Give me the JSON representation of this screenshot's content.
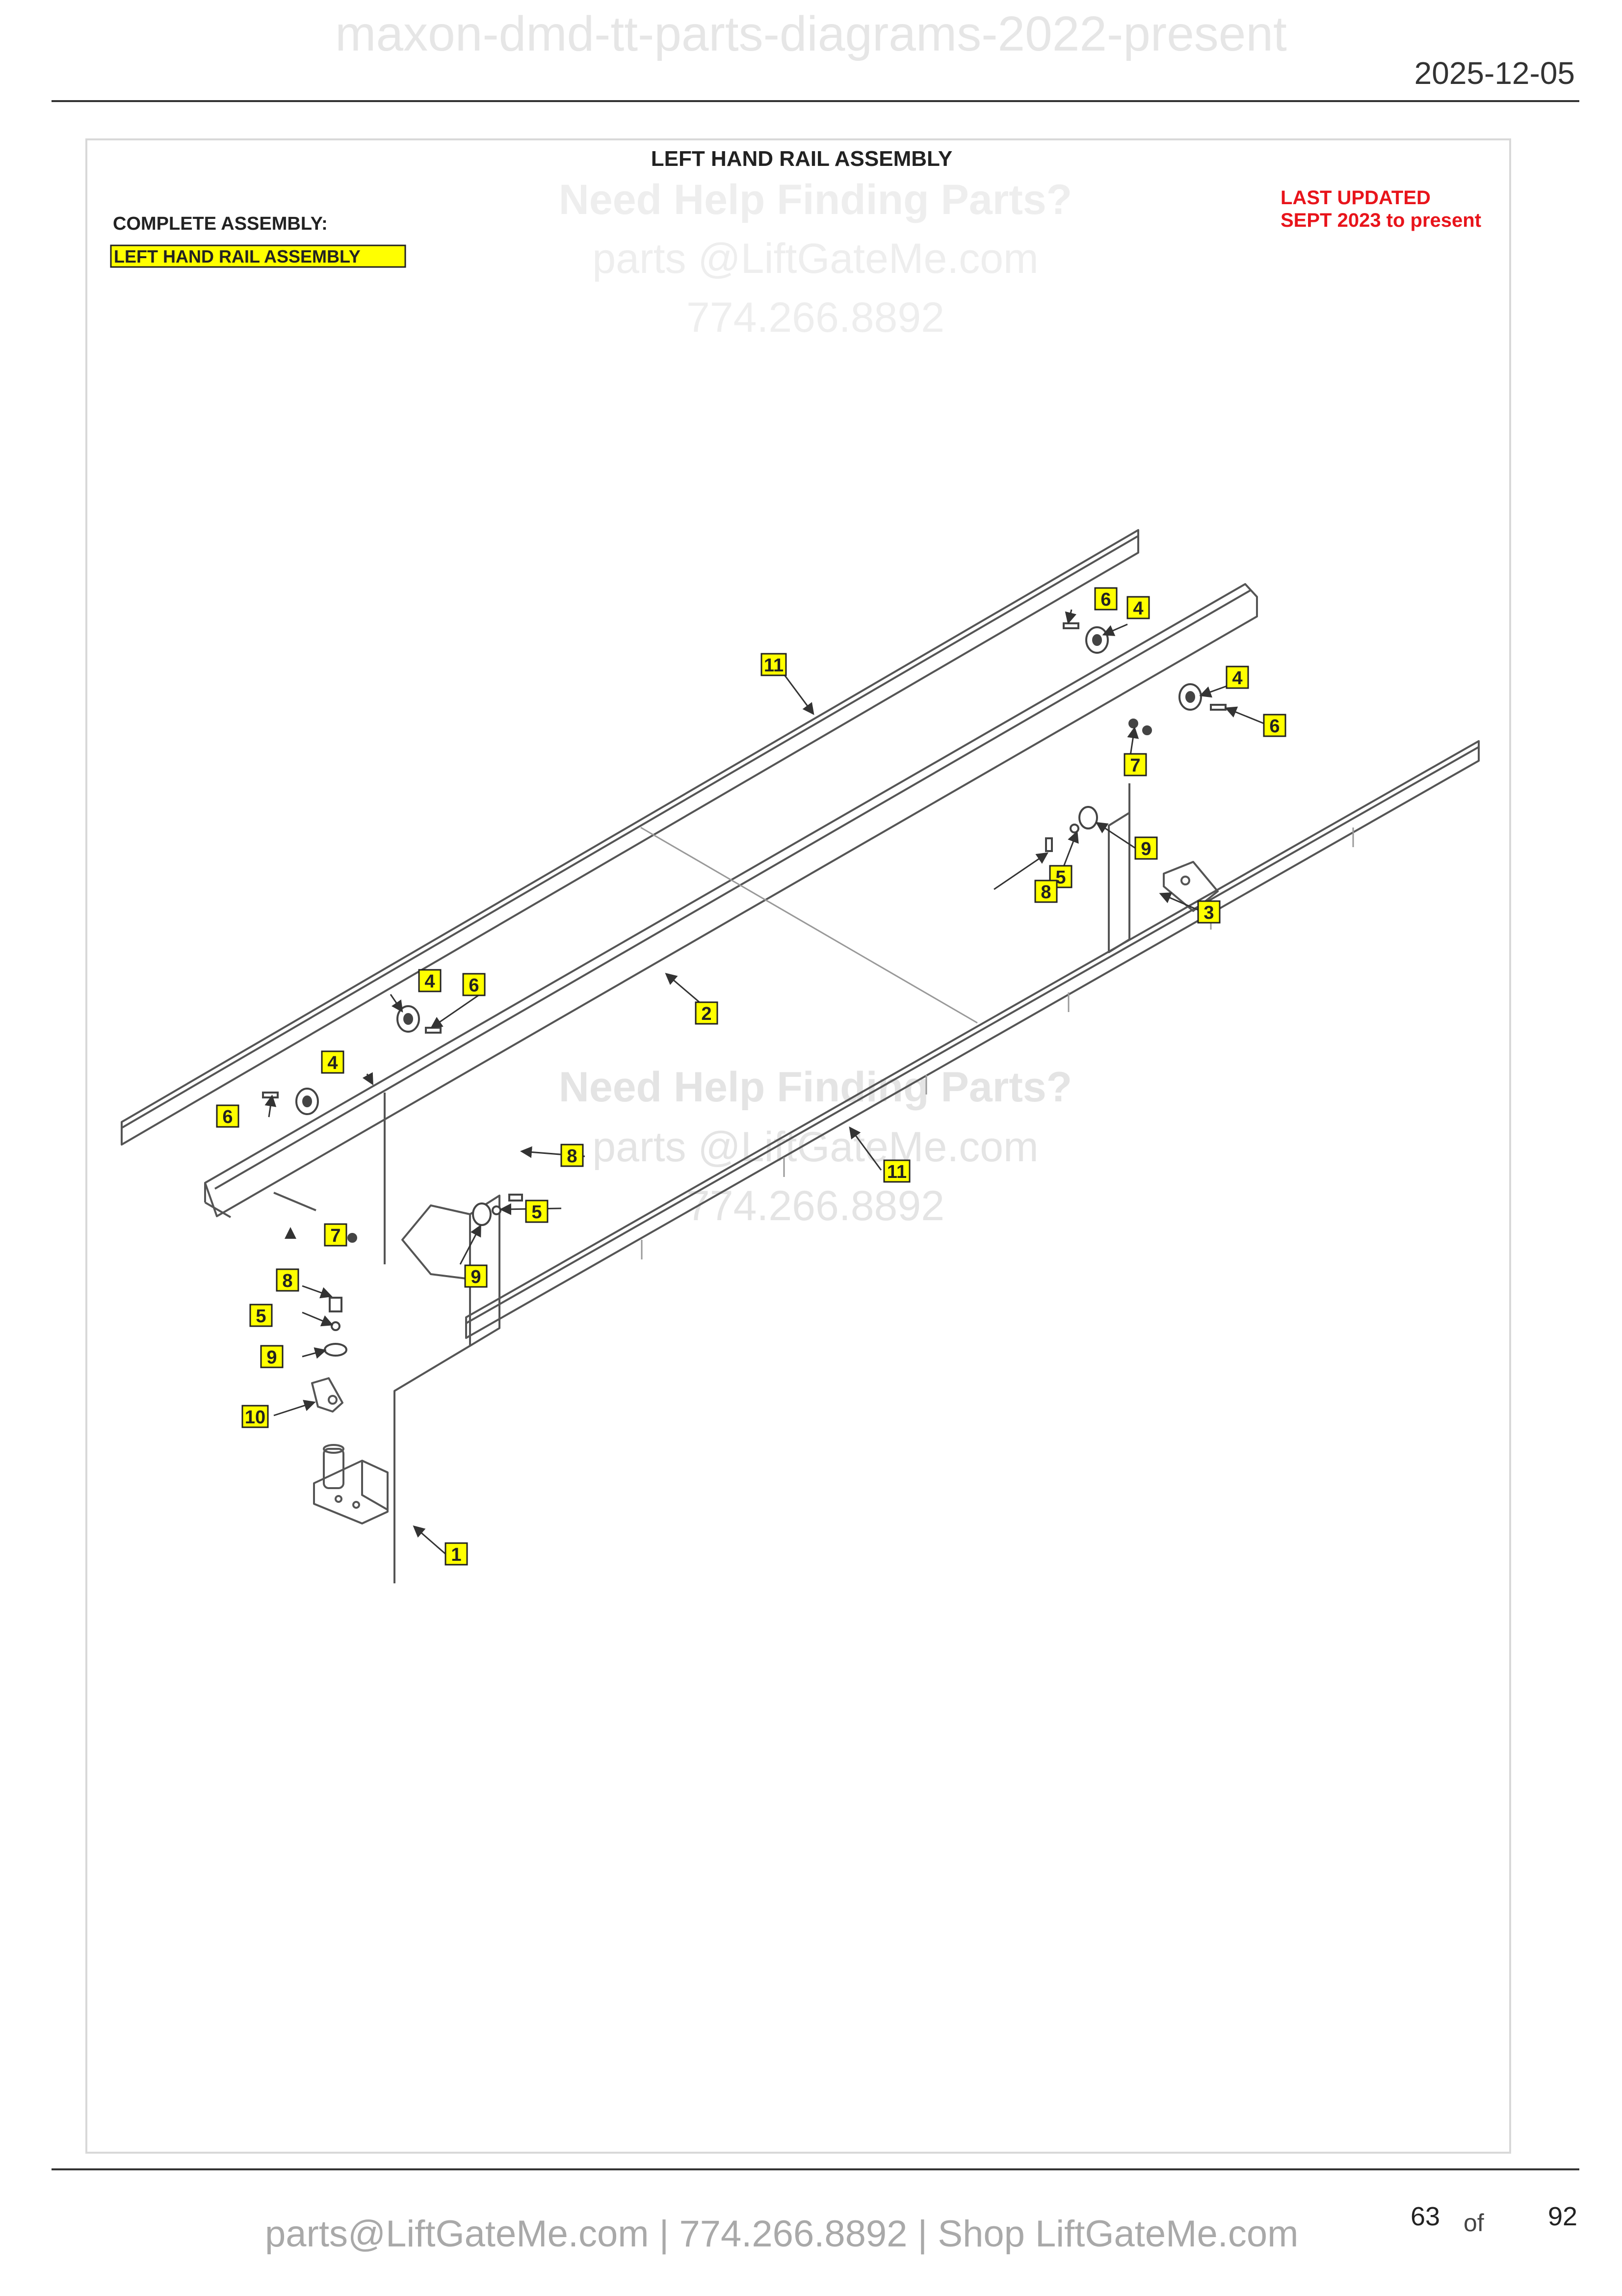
{
  "header": {
    "doc_title": "maxon-dmd-tt-parts-diagrams-2022-present",
    "date": "2025-12-05"
  },
  "diagram": {
    "title": "LEFT HAND RAIL ASSEMBLY",
    "complete_assembly_label": "COMPLETE ASSEMBLY:",
    "complete_assembly_value": "LEFT HAND RAIL ASSEMBLY",
    "updated_line1": "LAST UPDATED",
    "updated_line2": "SEPT 2023 to present",
    "colors": {
      "callout_fill": "#ffff00",
      "updated_red": "#e8141b",
      "line": "#555555"
    }
  },
  "watermark": {
    "line1": "Need Help Finding Parts?",
    "line2": "parts @LiftGateMe.com",
    "line3": "774.266.8892"
  },
  "callouts": [
    "1",
    "2",
    "3",
    "4",
    "4",
    "4",
    "4",
    "5",
    "5",
    "5",
    "6",
    "6",
    "6",
    "6",
    "7",
    "7",
    "8",
    "8",
    "8",
    "9",
    "9",
    "9",
    "10",
    "11",
    "11"
  ],
  "footer": {
    "contact": "parts@LiftGateMe.com | 774.266.8892 | Shop LiftGateMe.com",
    "page_current": "63",
    "page_of": "of",
    "page_total": "92"
  }
}
